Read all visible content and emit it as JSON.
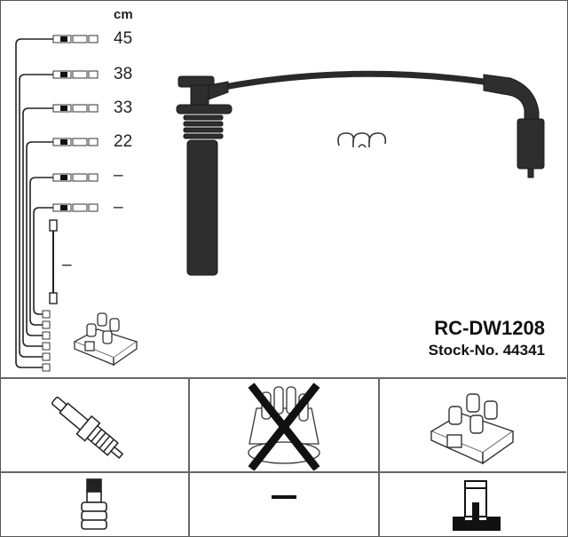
{
  "product": {
    "part_number": "RC-DW1208",
    "stock_label": "Stock-No. 44341"
  },
  "cable_lengths": {
    "unit": "cm",
    "items": [
      {
        "label": "45"
      },
      {
        "label": "38"
      },
      {
        "label": "33"
      },
      {
        "label": "22"
      },
      {
        "label": "–"
      },
      {
        "label": "–"
      },
      {
        "label": "–"
      }
    ]
  },
  "component_grid": {
    "row1": [
      {
        "icon": "spark-plug-icon",
        "status": "included"
      },
      {
        "icon": "distributor-cap-icon",
        "status": "not-applicable-crossed"
      },
      {
        "icon": "ignition-coil-icon",
        "status": "included"
      }
    ],
    "row2": [
      {
        "icon": "spark-plug-terminal-icon"
      },
      {
        "icon": "dash-icon",
        "label": "–"
      },
      {
        "icon": "coil-terminal-icon"
      }
    ]
  },
  "colors": {
    "line": "#666666",
    "ink": "#111111",
    "cable": "#2a2a2a"
  }
}
